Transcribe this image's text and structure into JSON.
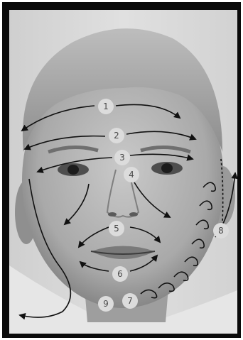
{
  "image": {
    "subject": "boy-face-photo",
    "style": "black-and-white-print",
    "frame_color": "#0a0a0a",
    "arrow_color": "#111111",
    "marker_fill": "#dcdcdc",
    "marker_text_color": "#4a4a4a"
  },
  "markers": [
    "1",
    "2",
    "3",
    "4",
    "5",
    "6",
    "7",
    "8",
    "9"
  ]
}
